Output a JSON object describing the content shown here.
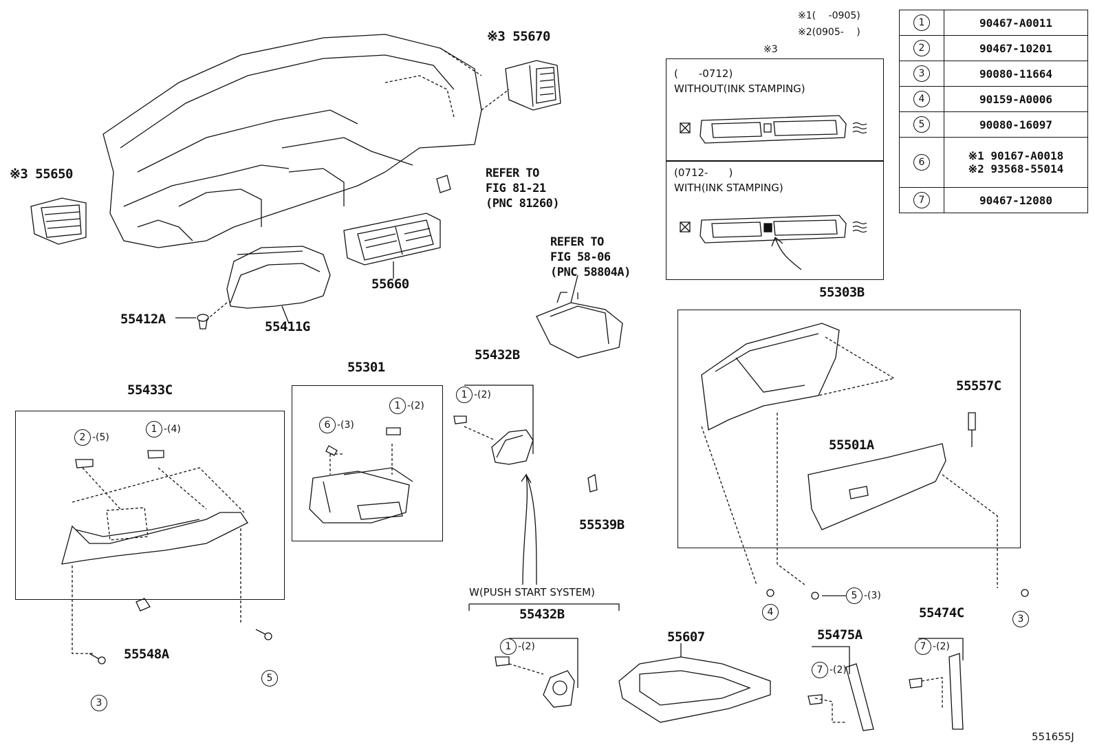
{
  "notes": {
    "n1": "※1(　 -0905)",
    "n2": "※2(0905-　 )",
    "n3": "※3"
  },
  "parts_table": [
    {
      "num": "1",
      "value": "90467-A0011"
    },
    {
      "num": "2",
      "value": "90467-10201"
    },
    {
      "num": "3",
      "value": "90080-11664"
    },
    {
      "num": "4",
      "value": "90159-A0006"
    },
    {
      "num": "5",
      "value": "90080-16097"
    },
    {
      "num": "6",
      "value": "※1 90167-A0018",
      "value2": "※2 93568-55014"
    },
    {
      "num": "7",
      "value": "90467-12080"
    }
  ],
  "inset": {
    "title": "※3",
    "top_range": "(　　-0712)",
    "top_label": "WITHOUT(INK STAMPING)",
    "bottom_range": "(0712-　　)",
    "bottom_label": "WITH(INK STAMPING)"
  },
  "labels": {
    "p55670": "※3 55670",
    "p55650": "※3 55650",
    "refer1_l1": "REFER TO",
    "refer1_l2": "FIG 81-21",
    "refer1_l3": "(PNC 81260)",
    "refer2_l1": "REFER TO",
    "refer2_l2": "FIG 58-06",
    "refer2_l3": "(PNC 58804A)",
    "p55660": "55660",
    "p55412A": "55412A",
    "p55411G": "55411G",
    "p55303B": "55303B",
    "p55557C": "55557C",
    "p55501A": "55501A",
    "p55301": "55301",
    "p55432B_top": "55432B",
    "p55433C": "55433C",
    "p55539B": "55539B",
    "p55548A": "55548A",
    "push_start": "W(PUSH START SYSTEM)",
    "p55432B_bot": "55432B",
    "p55607": "55607",
    "p55475A": "55475A",
    "p55474C": "55474C",
    "ref_code": "551655J"
  },
  "callouts": [
    {
      "num": "2",
      "qty": "-(5)"
    },
    {
      "num": "1",
      "qty": "-(4)"
    },
    {
      "num": "6",
      "qty": "-(3)"
    },
    {
      "num": "1",
      "qty": "-(2)"
    },
    {
      "num": "1",
      "qty": "-(2)"
    },
    {
      "num": "1",
      "qty": "-(2)"
    },
    {
      "num": "5",
      "qty": "-(3)"
    },
    {
      "num": "7",
      "qty": "-(2)"
    },
    {
      "num": "7",
      "qty": "-(2)"
    },
    {
      "num": "3",
      "qty": ""
    },
    {
      "num": "5",
      "qty": ""
    },
    {
      "num": "4",
      "qty": ""
    },
    {
      "num": "3",
      "qty": ""
    }
  ]
}
